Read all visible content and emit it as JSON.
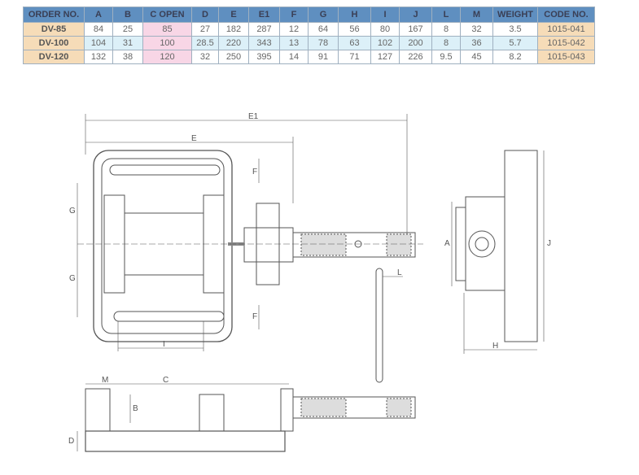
{
  "table": {
    "headers": [
      "ORDER NO.",
      "A",
      "B",
      "C OPEN",
      "D",
      "E",
      "E1",
      "F",
      "G",
      "H",
      "I",
      "J",
      "L",
      "M",
      "WEIGHT",
      "CODE NO."
    ],
    "rows": [
      [
        "DV-85",
        "84",
        "25",
        "85",
        "27",
        "182",
        "287",
        "12",
        "64",
        "56",
        "80",
        "167",
        "8",
        "32",
        "3.5",
        "1015-041"
      ],
      [
        "DV-100",
        "104",
        "31",
        "100",
        "28.5",
        "220",
        "343",
        "13",
        "78",
        "63",
        "102",
        "200",
        "8",
        "36",
        "5.7",
        "1015-042"
      ],
      [
        "DV-120",
        "132",
        "38",
        "120",
        "32",
        "250",
        "395",
        "14",
        "91",
        "71",
        "127",
        "226",
        "9.5",
        "45",
        "8.2",
        "1015-043"
      ]
    ]
  },
  "drawing": {
    "labels": {
      "E1": "E1",
      "E": "E",
      "F1": "F",
      "G1": "G",
      "G2": "G",
      "F2": "F",
      "I": "I",
      "A": "A",
      "J": "J",
      "H": "H",
      "L": "L",
      "M": "M",
      "C": "C",
      "B": "B",
      "D": "D"
    }
  }
}
